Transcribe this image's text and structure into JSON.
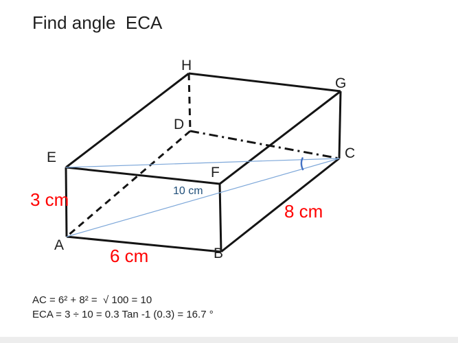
{
  "title": "Find angle  ECA",
  "colors": {
    "text_black": "#1f1f1f",
    "edge_black": "#141414",
    "dimension_red": "#ff0000",
    "diagonal_blue": "#7da7d9",
    "angle_arc_blue": "#4472c4",
    "measure_label_blue": "#1f4e79"
  },
  "diagram": {
    "vertex_labels": {
      "A": "A",
      "B": "B",
      "C": "C",
      "D": "D",
      "E": "E",
      "F": "F",
      "G": "G",
      "H": "H"
    },
    "dimension_labels": {
      "height": "3 cm",
      "width": "6 cm",
      "depth": "8 cm",
      "diagonal": "10 cm"
    }
  },
  "workings": {
    "line1": "AC = 6² + 8² =  √ 100 = 10",
    "line2": "ECA = 3 ÷ 10 = 0.3 Tan -1 (0.3) = 16.7 °"
  }
}
